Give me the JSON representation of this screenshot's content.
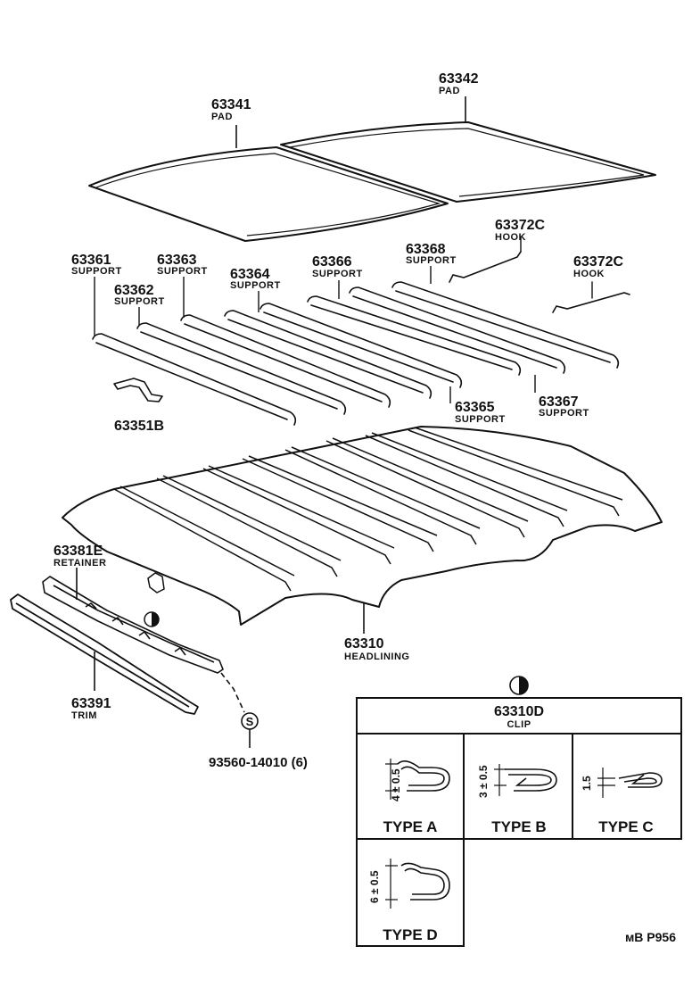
{
  "parts": {
    "pad_front": {
      "number": "63341",
      "name": "PAD"
    },
    "pad_rear": {
      "number": "63342",
      "name": "PAD"
    },
    "support_1": {
      "number": "63361",
      "name": "SUPPORT"
    },
    "support_2": {
      "number": "63362",
      "name": "SUPPORT"
    },
    "support_3": {
      "number": "63363",
      "name": "SUPPORT"
    },
    "support_4": {
      "number": "63364",
      "name": "SUPPORT"
    },
    "support_5": {
      "number": "63365",
      "name": "SUPPORT"
    },
    "support_6": {
      "number": "63366",
      "name": "SUPPORT"
    },
    "support_7": {
      "number": "63367",
      "name": "SUPPORT"
    },
    "support_8": {
      "number": "63368",
      "name": "SUPPORT"
    },
    "hook_1": {
      "number": "63372C",
      "name": "HOOK"
    },
    "hook_2": {
      "number": "63372C",
      "name": "HOOK"
    },
    "bracket": {
      "number": "63351B"
    },
    "retainer": {
      "number": "63381E",
      "name": "RETAINER"
    },
    "headlining": {
      "number": "63310",
      "name": "HEADLINING"
    },
    "trim": {
      "number": "63391",
      "name": "TRIM"
    },
    "screw": {
      "number": "93560-14010 (6)",
      "symbol": "S"
    }
  },
  "clip_table": {
    "number": "63310D",
    "name": "CLIP",
    "types": [
      {
        "label": "TYPE A",
        "dimension": "4 ± 0.5"
      },
      {
        "label": "TYPE B",
        "dimension": "3 ± 0.5"
      },
      {
        "label": "TYPE C",
        "dimension": "1.5"
      },
      {
        "label": "TYPE D",
        "dimension": "6 ± 0.5"
      }
    ]
  },
  "footer_code": "мB  P956"
}
